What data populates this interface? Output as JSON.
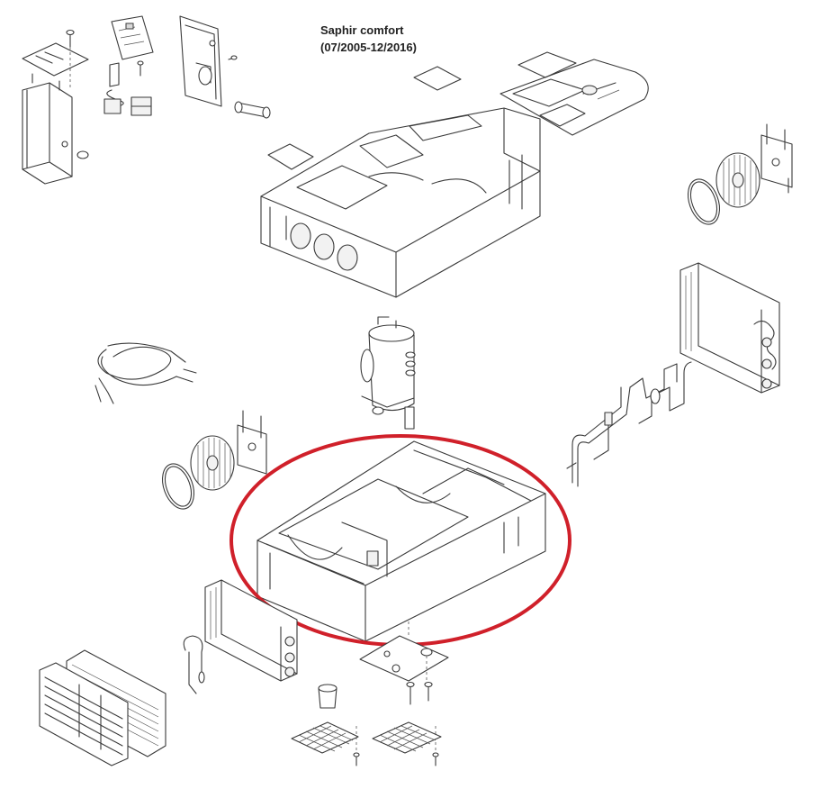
{
  "diagram": {
    "title_line1": "Saphir comfort",
    "title_line2": "(07/2005-12/2016)"
  },
  "colors": {
    "line": "#3a3a3a",
    "highlight_ellipse": "#d0202a",
    "background": "#ffffff"
  },
  "highlight": {
    "part": "bottom-tray",
    "shape": "ellipse"
  }
}
